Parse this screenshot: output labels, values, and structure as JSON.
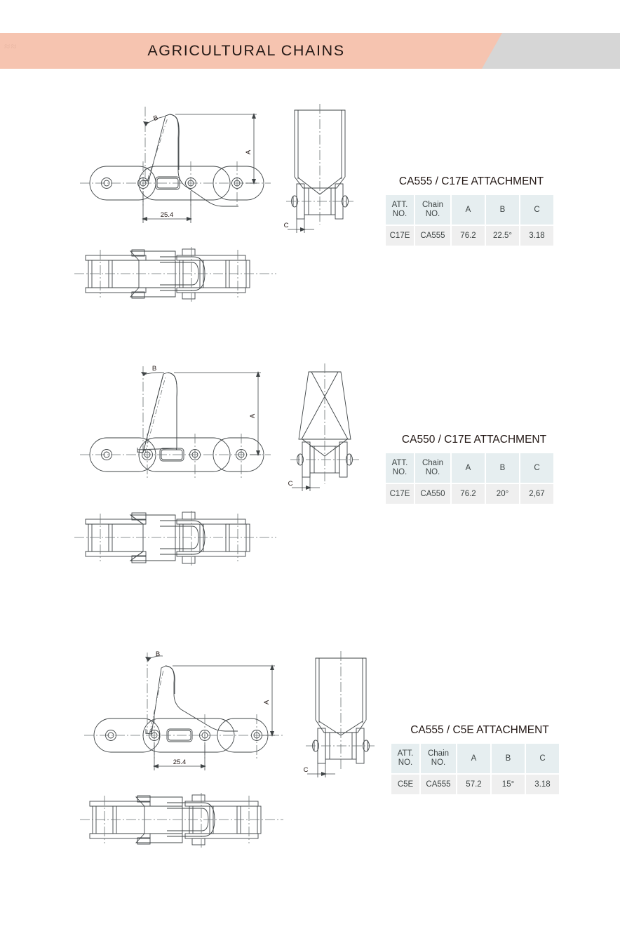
{
  "banner": {
    "title": "AGRICULTURAL CHAINS",
    "watermark": "≈≈",
    "pink": "#f6c4b0",
    "grey": "#d6d6d6",
    "title_color": "#231815"
  },
  "table_columns": [
    "ATT. NO.",
    "Chain NO.",
    "A",
    "B",
    "C"
  ],
  "table_columns_split": [
    {
      "l1": "ATT.",
      "l2": "NO."
    },
    {
      "l1": "Chain",
      "l2": "NO."
    },
    {
      "l1": "A",
      "l2": ""
    },
    {
      "l1": "B",
      "l2": ""
    },
    {
      "l1": "C",
      "l2": ""
    }
  ],
  "groups": [
    {
      "id": "group-1",
      "title": "CA555 / C17E ATTACHMENT",
      "row": {
        "att_no": "C17E",
        "chain_no": "CA555",
        "a": "76.2",
        "b": "22.5°",
        "c": "3.18"
      },
      "dimensions": {
        "a_label": "A",
        "b_label": "B",
        "c_label": "C",
        "pitch": "25.4"
      }
    },
    {
      "id": "group-2",
      "title": "CA550 / C17E ATTACHMENT",
      "row": {
        "att_no": "C17E",
        "chain_no": "CA550",
        "a": "76.2",
        "b": "20°",
        "c": "2,67"
      },
      "dimensions": {
        "a_label": "A",
        "b_label": "B",
        "c_label": "C",
        "pitch": ""
      }
    },
    {
      "id": "group-3",
      "title": "CA555 / C5E ATTACHMENT",
      "row": {
        "att_no": "C5E",
        "chain_no": "CA555",
        "a": "57.2",
        "b": "15°",
        "c": "3.18"
      },
      "dimensions": {
        "a_label": "A",
        "b_label": "B",
        "c_label": "C",
        "pitch": "25.4"
      }
    }
  ],
  "drawing_style": {
    "line_color": "#3f4446",
    "centerline_color": "#6a7072",
    "line_width": "0.9"
  }
}
